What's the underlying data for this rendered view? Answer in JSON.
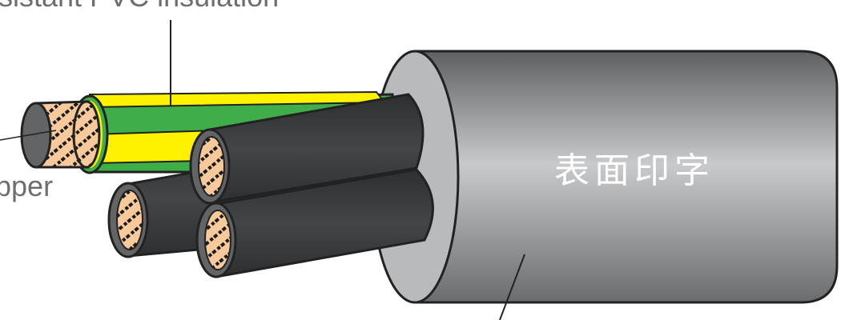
{
  "labels": {
    "insulation": "sistant PVC insulation",
    "conductor": "pper",
    "surface_print": "表面印字"
  },
  "colors": {
    "sheath": "#8a8b8d",
    "filler": "#b9babc",
    "core_black": "#3b3c3e",
    "earth_green": "#3fae49",
    "earth_yellow": "#fff200",
    "copper": "#f7c99b",
    "label_text": "#6d6e70"
  }
}
